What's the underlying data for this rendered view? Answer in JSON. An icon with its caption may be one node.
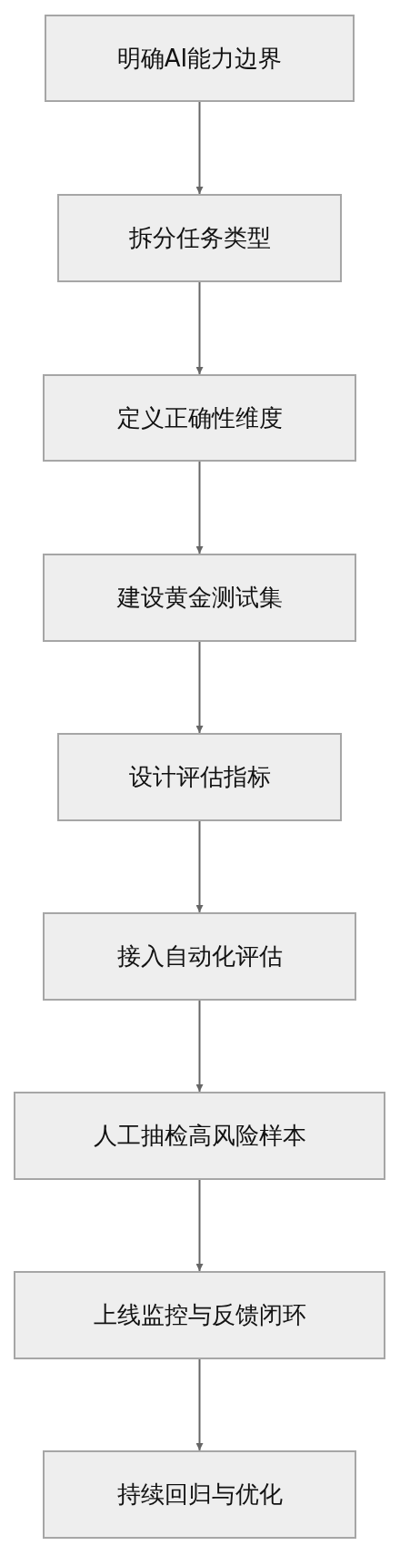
{
  "diagram": {
    "nodes": [
      {
        "text": [
          "明确AI能力边界"
        ]
      },
      {
        "text": [
          "拆分任务类型"
        ]
      },
      {
        "text": [
          "定义正确性维度"
        ]
      },
      {
        "text": [
          "建设黄金测试集"
        ]
      },
      {
        "text": [
          "设计评估指标"
        ]
      },
      {
        "text": [
          "接入自动化评估"
        ]
      },
      {
        "text": [
          "人工抽检高风险样本"
        ]
      },
      {
        "text": [
          "上线监控与反馈闭环"
        ]
      },
      {
        "text": [
          "持续回归与优化"
        ]
      }
    ],
    "edges": [
      {
        "from": 0,
        "to": 1,
        "arrow": "to"
      },
      {
        "from": 1,
        "to": 2,
        "arrow": "to"
      },
      {
        "from": 2,
        "to": 3,
        "arrow": "to"
      },
      {
        "from": 3,
        "to": 4,
        "arrow": "to"
      },
      {
        "from": 4,
        "to": 5,
        "arrow": "to"
      },
      {
        "from": 5,
        "to": 6,
        "arrow": "to"
      },
      {
        "from": 6,
        "to": 7,
        "arrow": "to"
      },
      {
        "from": 7,
        "to": 8,
        "arrow": "to"
      }
    ]
  }
}
